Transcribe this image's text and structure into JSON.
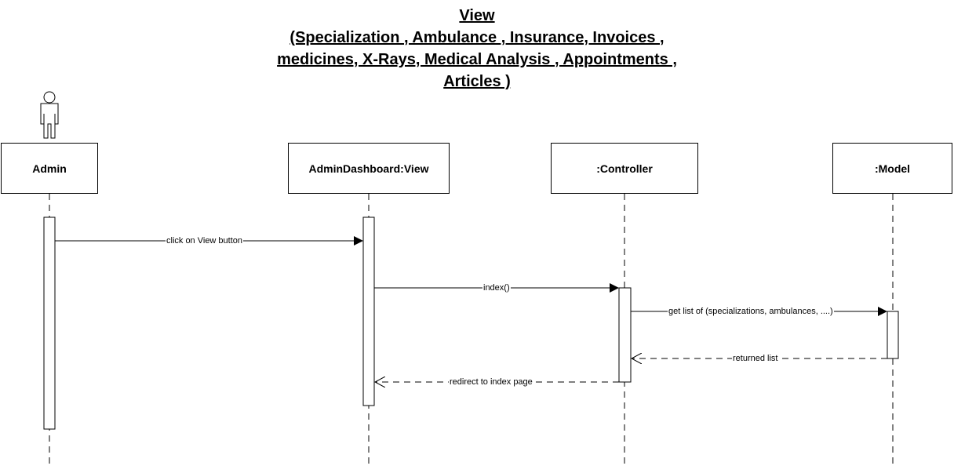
{
  "title": {
    "line1": "View",
    "line2": "(Specialization , Ambulance , Insurance, Invoices ,",
    "line3": "medicines, X-Rays, Medical Analysis , Appointments ,",
    "line4": "Articles )"
  },
  "participants": [
    {
      "id": "admin",
      "label": "Admin",
      "kind": "actor"
    },
    {
      "id": "dashboard",
      "label": "AdminDashboard:View",
      "kind": "object"
    },
    {
      "id": "controller",
      "label": ":Controller",
      "kind": "object"
    },
    {
      "id": "model",
      "label": ":Model",
      "kind": "object"
    }
  ],
  "messages": [
    {
      "label": "click on View button",
      "from": "admin",
      "to": "dashboard",
      "type": "sync"
    },
    {
      "label": "index()",
      "from": "dashboard",
      "to": "controller",
      "type": "sync"
    },
    {
      "label": "get list of (specializations, ambulances, ....)",
      "from": "controller",
      "to": "model",
      "type": "sync"
    },
    {
      "label": "returned list",
      "from": "model",
      "to": "controller",
      "type": "return"
    },
    {
      "label": "redirect to index page",
      "from": "controller",
      "to": "dashboard",
      "type": "return"
    }
  ]
}
